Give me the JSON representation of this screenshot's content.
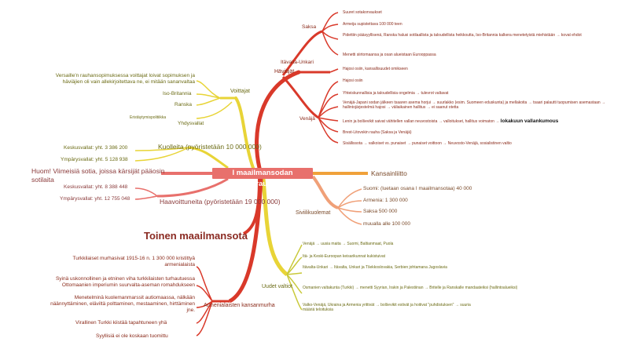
{
  "center": "I maailmansodan seuraukset",
  "next_topic": "Toinen maailmansota",
  "losers": {
    "label": "Häviäjät",
    "austria": "Itävalta-Unkari",
    "austria_items": [
      "Hajosi osiin, kansallisuudet omikseen"
    ],
    "germany": "Saksa",
    "germany_items": [
      "Suuret sotakorvaukset",
      "Armeija supistettava 100 000 teen",
      "Pidettiin pääsyyllisenä, Ranska halusi sotilaallista ja taloudellista heikkoutta, Iso-Britannia kalkera menetetyistä miehistään → kovat ehdot",
      "Menetti siirtomaansa ja osan alueistaan Eurooppassa"
    ],
    "russia": "Venäjä",
    "russia_items": [
      "Hajosi osiin",
      "Yhteiskunnallisia ja taloudellisia ongelmia → tulevrot valtavat",
      "Venäjä-Japani sodan jälkeen tsaaren asema horjui → suurlakko (esim. Suomeen eduskunta) ja mellakoita → tsaari palautti tuopumisen asemastaan → hallintojärjestelmä hajosi → väliaikainen hallitus → ei saanut otetta",
      "Lenin ja bolševikit saivat vähitellen vallan neuvostoista → valloitukset, hallitus voimaton → ",
      "Brest-Litovskin rauha (Saksa ja Venäjä)",
      "Sisällissota → valkoiset vs. punaiset → punaiset voittoon → Neuvosto-Venäjä, sosialistinen valtio"
    ],
    "russia_bold": "lokakuun vallankumous"
  },
  "winners": {
    "label": "Voittajat",
    "items": [
      "Versaille'n rauhansopimuksessa voittajat loivat sopimuksen ja häviäjien oli vain allekirjoitettava ne, ei mitään sananvaltaa",
      "Iso-Britannia",
      "Ranska",
      "Eristäytymispolitiikka"
    ],
    "usa": "Yhdysvallat"
  },
  "dead": {
    "label": "Kuolleita (pyöristetään 10 000 000)",
    "items": [
      "Keskusvallat: yht. 3 386 200",
      "Ympärysvallat: yht. 5 128 938"
    ]
  },
  "note": "Huom! Viimeisiä sotia, joissa kärsijät pääosin sotilaita",
  "wounded": {
    "label": "Haavoittuneita (pyöristetään 19 000 000)",
    "items": [
      "Keskusvallat: yht. 8 388 448",
      "Ympärysvallat: yht. 12 755 048"
    ]
  },
  "league": "Kansainliitto",
  "civilian": {
    "label": "Siviilikuolemat",
    "items": [
      "Suomi: (luetaan osana I maailmansotaa) 40 000",
      "Armenia: 1 300 000",
      "Saksa 500 000",
      "muualla alle 100 000"
    ]
  },
  "new_states": {
    "label": "Uudet valtiot",
    "items": [
      "Venäjä → uusia maita → Suomi, Baltianmaat, Puola",
      "Itä- ja Keski-Euroopan keisarikunnat kukistuivat",
      "Itävalta-Unkari → Itävalta, Unkari ja Tšekkoslovakia, Serbien johtamana Jugoslavia",
      "Osmanien valtakunta (Turkki) → menetti Syyrian, Irakin ja Palestiinan → Britelle ja Ranskalle mandaateiksi (hallintoalueiksi)",
      "Valko-Venäjä, Ukraina ja Armenia yrittivät → bolševikit estivät ja hoitivat \"puhdistuksen\" → suuria määriä teloituksia"
    ]
  },
  "armenia": {
    "label": "Armenialaisten kansanmurha",
    "items": [
      "Turkkilaiset murhasivat 1915-16 n. 1 300 000 kristittyä armenialaista",
      "Syinä uskonnollinen ja etninen viha turkkilaisten turhautuessa Ottomaanien imperiumin suurvalta-aseman romahdukseen",
      "Menetelminä kuolemanmarssit autiomaassa, nälkään näännyttäminen, eläviltä polttaminen, mestaaminen, hirttäminen jne.",
      "Virallinen Turkki kiistää tapahtuneen yhä",
      "Syyllisiä ei ole koskaan tuomittu"
    ]
  },
  "colors": {
    "red": "#d9392a",
    "yellow": "#e8d437",
    "pink": "#e8706c",
    "orange": "#f0a13a",
    "peach": "#f0a078",
    "olive": "#c9c93a"
  }
}
